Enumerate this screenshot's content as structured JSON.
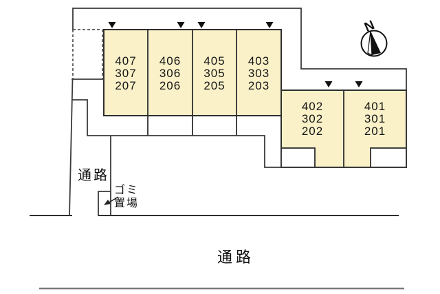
{
  "plan": {
    "type": "site-layout-plan"
  },
  "compass": {
    "north_label": "N"
  },
  "buildings": {
    "fill_color": "#faf1c9",
    "row_upper": {
      "units": [
        {
          "id": "unit-407",
          "labels": [
            "407",
            "307",
            "207"
          ]
        },
        {
          "id": "unit-406",
          "labels": [
            "406",
            "306",
            "206"
          ]
        },
        {
          "id": "unit-405",
          "labels": [
            "405",
            "305",
            "205"
          ]
        },
        {
          "id": "unit-403",
          "labels": [
            "403",
            "303",
            "203"
          ]
        }
      ]
    },
    "row_lower": {
      "units": [
        {
          "id": "unit-402",
          "labels": [
            "402",
            "302",
            "202"
          ]
        },
        {
          "id": "unit-401",
          "labels": [
            "401",
            "301",
            "201"
          ]
        }
      ]
    }
  },
  "labels": {
    "corridor_left": "通路",
    "road_bottom": "通路",
    "garbage_line1": "ゴミ",
    "garbage_line2": "置場"
  }
}
